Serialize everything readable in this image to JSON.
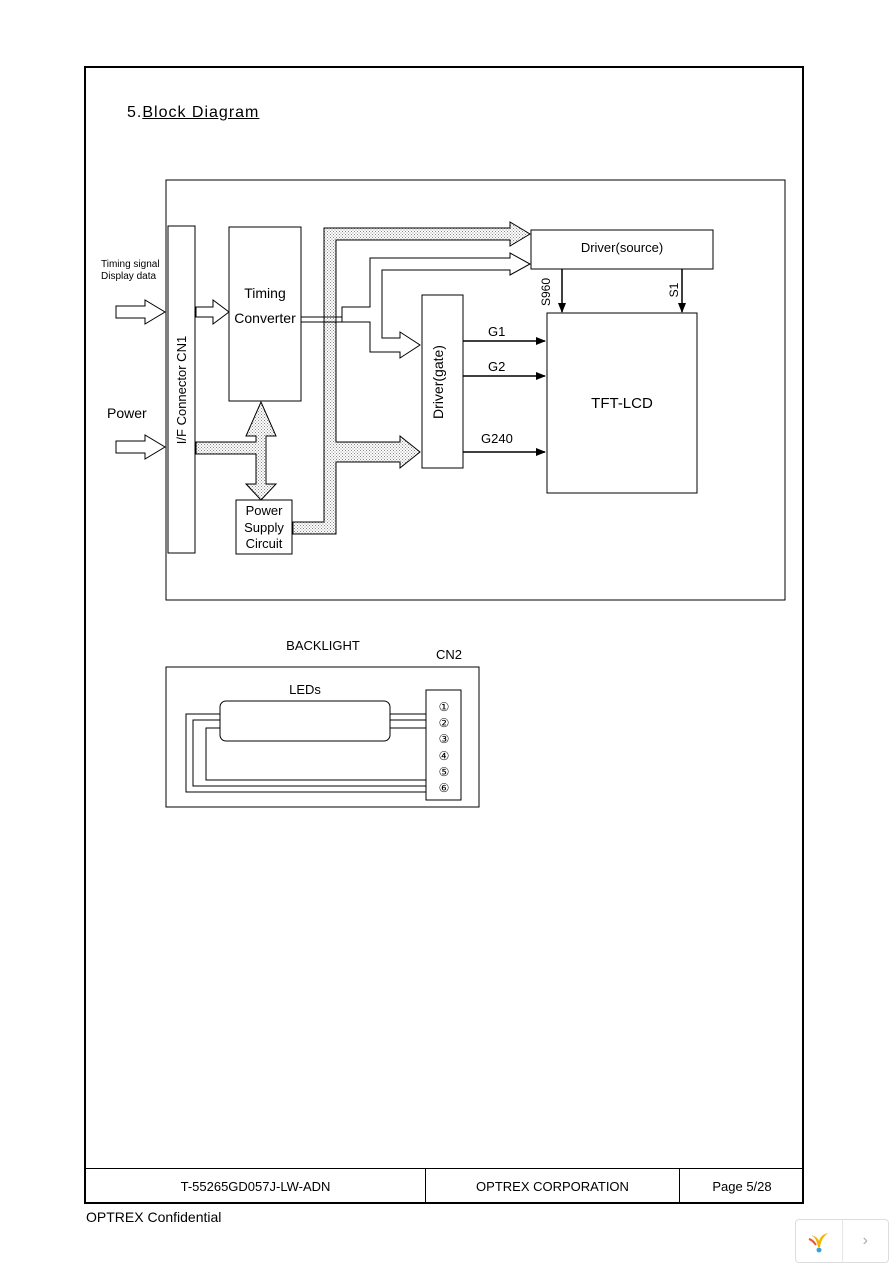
{
  "section": {
    "number": "5.",
    "title": "Block Diagram"
  },
  "block_diagram": {
    "input_labels": {
      "timing_signal": "Timing signal",
      "display_data": "Display data",
      "power": "Power"
    },
    "if_connector": "I/F Connector   CN1",
    "timing_converter": [
      "Timing",
      "Converter"
    ],
    "power_supply": [
      "Power",
      "Supply",
      "Circuit"
    ],
    "driver_source": "Driver(source)",
    "driver_gate": "Driver(gate)",
    "tft_lcd": "TFT-LCD",
    "source_outputs": [
      "S960",
      "S1"
    ],
    "gate_outputs": [
      "G1",
      "G2",
      "G240"
    ]
  },
  "backlight": {
    "title": "BACKLIGHT",
    "connector": "CN2",
    "leds": "LEDs",
    "pins": [
      "①",
      "②",
      "③",
      "④",
      "⑤",
      "⑥"
    ]
  },
  "footer": {
    "doc_number": "T-55265GD057J-LW-ADN",
    "company": "OPTREX CORPORATION",
    "page": "Page 5/28",
    "confidential": "OPTREX Confidential"
  },
  "nav": {
    "next_icon": "chevron-right-icon",
    "logo_icon": "viewer-logo-icon"
  }
}
